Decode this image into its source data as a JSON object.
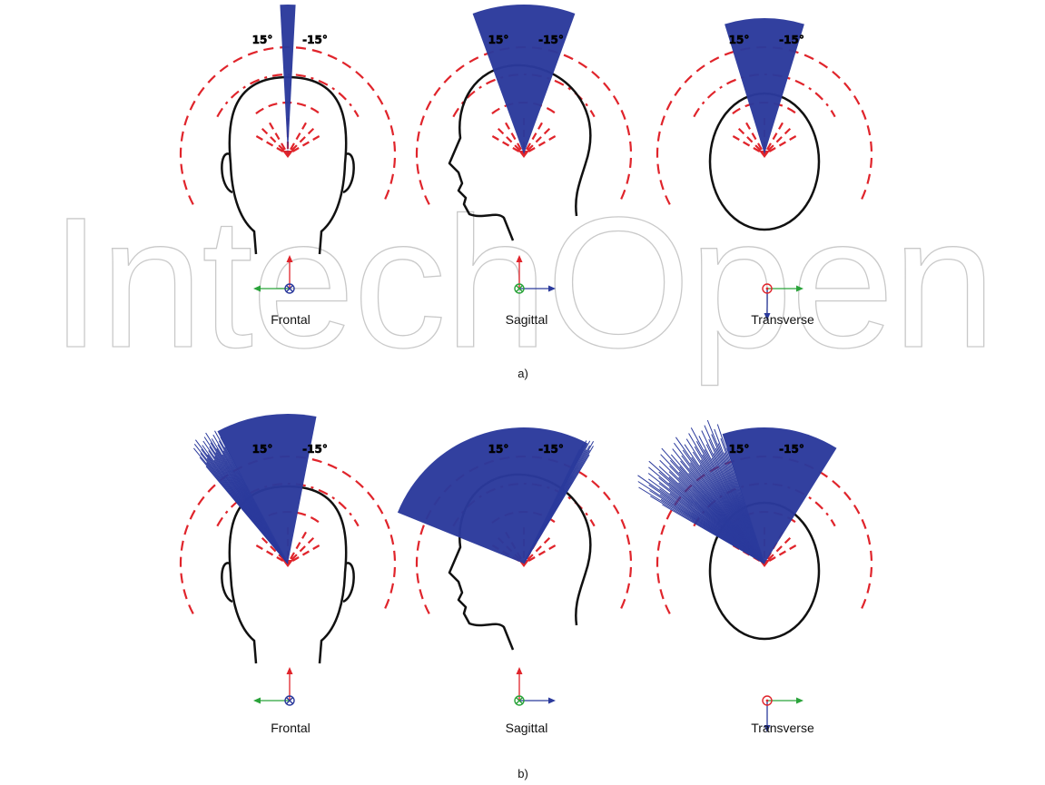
{
  "watermark": "IntechOpen",
  "colors": {
    "cone": "#2b3a9c",
    "dash": "#e0242b",
    "outline": "#111111",
    "axis_up": "#e0242b",
    "axis_side": "#2aa33a",
    "axis_depth": "#2b3a9c"
  },
  "panels": [
    {
      "label": "a)",
      "views": [
        {
          "name": "Frontal",
          "angle_left": "15°",
          "angle_right": "-15°"
        },
        {
          "name": "Sagittal",
          "angle_left": "15°",
          "angle_right": "-15°"
        },
        {
          "name": "Transverse",
          "angle_left": "15°",
          "angle_right": "-15°"
        }
      ]
    },
    {
      "label": "b)",
      "views": [
        {
          "name": "Frontal",
          "angle_left": "15°",
          "angle_right": "-15°"
        },
        {
          "name": "Sagittal",
          "angle_left": "15°",
          "angle_right": "-15°"
        },
        {
          "name": "Transverse",
          "angle_left": "15°",
          "angle_right": "-15°"
        }
      ]
    }
  ]
}
